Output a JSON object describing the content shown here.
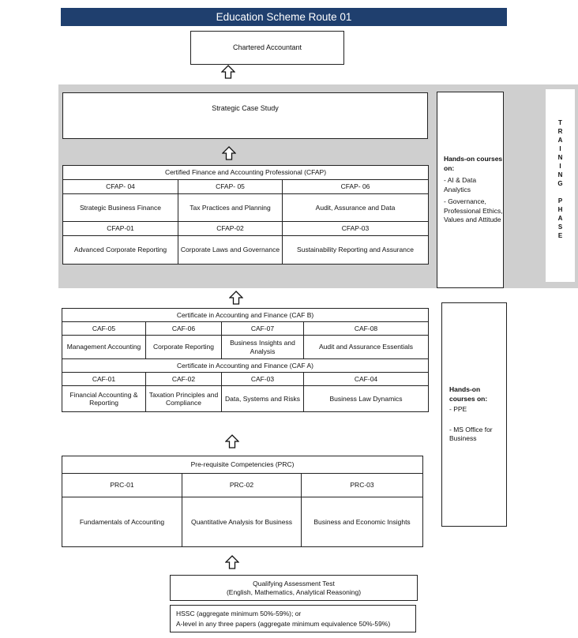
{
  "title": "Education Scheme Route 01",
  "top": {
    "chartered": "Chartered Accountant",
    "strategic": "Strategic Case Study"
  },
  "cfap": {
    "header": "Certified Finance and Accounting Professional (CFAP)",
    "row1_codes": [
      "CFAP- 04",
      "CFAP- 05",
      "CFAP- 06"
    ],
    "row1_names": [
      "Strategic Business Finance",
      "Tax Practices and Planning",
      "Audit, Assurance and Data"
    ],
    "row2_codes": [
      "CFAP-01",
      "CFAP-02",
      "CFAP-03"
    ],
    "row2_names": [
      "Advanced Corporate Reporting",
      "Corporate Laws and Governance",
      "Sustainability Reporting and Assurance"
    ]
  },
  "training_side": {
    "heading": "Hands-on courses on:",
    "item1": "- AI & Data Analytics",
    "item2": "- Governance, Professional Ethics, Values and Attitude"
  },
  "training_phase": [
    "T",
    "R",
    "A",
    "I",
    "N",
    "I",
    "N",
    "G",
    "",
    "P",
    "H",
    "A",
    "S",
    "E"
  ],
  "caf_b": {
    "header": "Certificate in Accounting and Finance (CAF B)",
    "codes": [
      "CAF-05",
      "CAF-06",
      "CAF-07",
      "CAF-08"
    ],
    "names": [
      "Management Accounting",
      "Corporate Reporting",
      "Business Insights and Analysis",
      "Audit and Assurance Essentials"
    ]
  },
  "caf_a": {
    "header": "Certificate in Accounting and Finance (CAF A)",
    "codes": [
      "CAF-01",
      "CAF-02",
      "CAF-03",
      "CAF-04"
    ],
    "names": [
      "Financial Accounting & Reporting",
      "Taxation Principles and Compliance",
      "Data, Systems and Risks",
      "Business Law Dynamics"
    ]
  },
  "caf_side": {
    "heading": "Hands-on courses on:",
    "item1": "- PPE",
    "item2": "- MS Office for Business"
  },
  "prc": {
    "header": "Pre-requisite Competencies (PRC)",
    "codes": [
      "PRC-01",
      "PRC-02",
      "PRC-03"
    ],
    "names": [
      "Fundamentals of Accounting",
      "Quantitative Analysis for Business",
      "Business and Economic Insights"
    ]
  },
  "qat": {
    "line1": "Qualifying Assessment Test",
    "line2": "(English, Mathematics, Analytical Reasoning)"
  },
  "entry": {
    "line1": "HSSC (aggregate minimum 50%-59%); or",
    "line2": "A-level in any three papers (aggregate minimum equivalence 50%-59%)"
  }
}
